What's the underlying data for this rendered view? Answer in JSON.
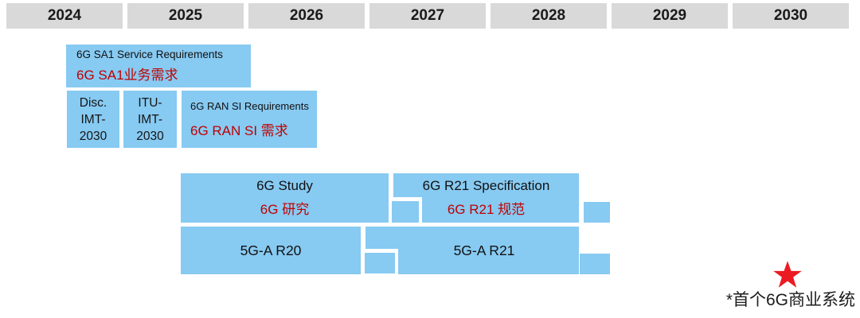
{
  "colors": {
    "box_blue": "#87CAF2",
    "header_gray": "#D9D9D9",
    "text_black": "#111111",
    "text_red": "#C00000",
    "star_red": "#EB1B22"
  },
  "timeline_header": {
    "years": [
      "2024",
      "2025",
      "2026",
      "2027",
      "2028",
      "2029",
      "2030"
    ]
  },
  "requirement_boxes": {
    "sa1": {
      "title_en": "6G SA1 Service Requirements",
      "title_zh": "6G SA1业务需求"
    },
    "disc_imt2030": {
      "line1": "Disc.",
      "line2": "IMT-",
      "line3": "2030"
    },
    "itu_imt2030": {
      "line1": "ITU-",
      "line2": "IMT-",
      "line3": "2030"
    },
    "ran_si": {
      "title_en": "6G RAN SI Requirements",
      "title_zh": "6G RAN SI 需求"
    }
  },
  "phase_bars": {
    "study_6g": {
      "title_en": "6G Study",
      "title_zh": "6G 研究"
    },
    "r21_spec_6g": {
      "title_en": "6G R21 Specification",
      "title_zh": "6G R21 规范"
    },
    "r20_5ga": {
      "label": "5G-A R20"
    },
    "r21_5ga": {
      "label": "5G-A R21"
    }
  },
  "footnote": {
    "label": "*首个6G商业系统"
  },
  "chart_data": {
    "type": "gantt",
    "axis_years": [
      2024,
      2025,
      2026,
      2027,
      2028,
      2029,
      2030
    ],
    "bars": [
      {
        "label": "6G SA1 Service Requirements / 6G SA1业务需求",
        "start": 2024.5,
        "end": 2026.0
      },
      {
        "label": "Disc. IMT-2030",
        "start": 2024.5,
        "end": 2024.95
      },
      {
        "label": "ITU-IMT-2030",
        "start": 2025.0,
        "end": 2025.4
      },
      {
        "label": "6G RAN SI Requirements / 6G RAN SI 需求",
        "start": 2025.45,
        "end": 2026.55
      },
      {
        "label": "6G Study / 6G 研究",
        "start": 2025.45,
        "end": 2027.2
      },
      {
        "label": "6G R21 Specification / 6G R21 规范",
        "start": 2027.2,
        "end": 2028.75
      },
      {
        "label": "5G-A R20",
        "start": 2025.45,
        "end": 2026.95
      },
      {
        "label": "5G-A R21",
        "start": 2027.0,
        "end": 2028.75
      }
    ],
    "milestone": {
      "label": "*首个6G商业系统",
      "year": 2030.4,
      "marker": "red-star"
    }
  }
}
